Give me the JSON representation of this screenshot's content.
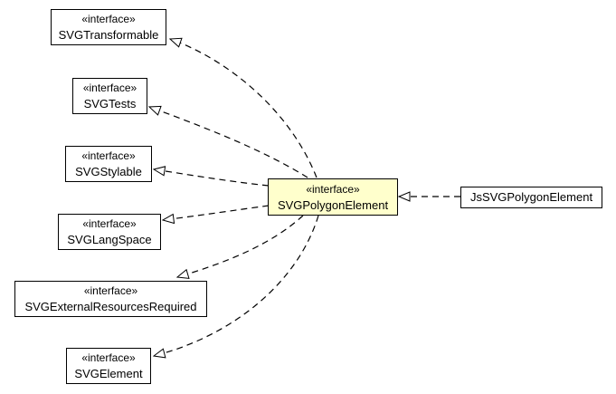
{
  "diagram": {
    "focus": {
      "stereotype": "«interface»",
      "name": "SVGPolygonElement",
      "fill": "#ffffcc"
    },
    "implementation": {
      "name": "JsSVGPolygonElement"
    },
    "parents": [
      {
        "stereotype": "«interface»",
        "name": "SVGTransformable"
      },
      {
        "stereotype": "«interface»",
        "name": "SVGTests"
      },
      {
        "stereotype": "«interface»",
        "name": "SVGStylable"
      },
      {
        "stereotype": "«interface»",
        "name": "SVGLangSpace"
      },
      {
        "stereotype": "«interface»",
        "name": "SVGExternalResourcesRequired"
      },
      {
        "stereotype": "«interface»",
        "name": "SVGElement"
      }
    ],
    "edge_style": "dashed",
    "arrowhead": "hollow-triangle"
  }
}
